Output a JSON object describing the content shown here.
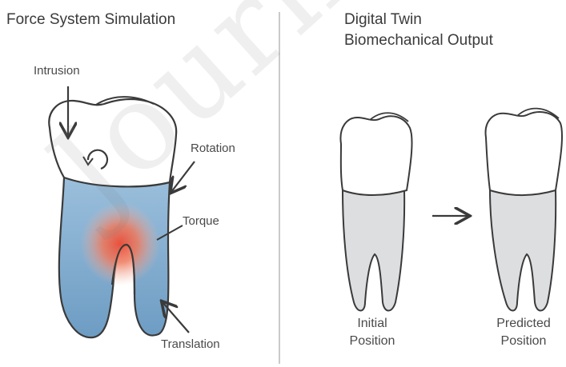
{
  "left_panel": {
    "title": "Force System Simulation",
    "labels": {
      "intrusion": "Intrusion",
      "rotation": "Rotation",
      "torque": "Torque",
      "translation": "Translation"
    }
  },
  "right_panel": {
    "title_line1": "Digital Twin",
    "title_line2": "Biomechanical Output",
    "initial_caption_line1": "Initial",
    "initial_caption_line2": "Position",
    "predicted_caption_line1": "Predicted",
    "predicted_caption_line2": "Position"
  },
  "watermark": "Journal Pre",
  "colors": {
    "root_blue": "#7ea9cc",
    "stress_red": "#e8513c",
    "outline": "#3a3a3a",
    "tooth_gray": "#dcdee0"
  }
}
